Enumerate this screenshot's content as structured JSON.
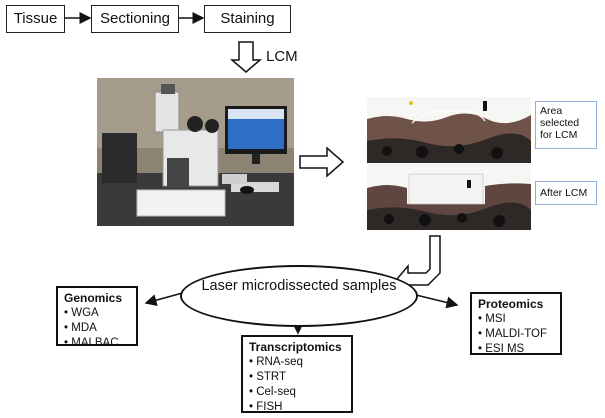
{
  "workflow": {
    "steps": [
      "Tissue",
      "Sectioning",
      "Staining"
    ],
    "lcm_label": "LCM"
  },
  "images": {
    "microscope": "lcm-microscope-photo",
    "before": "tissue-section-before-lcm",
    "after": "tissue-section-after-lcm"
  },
  "callouts": {
    "before": "Area selected for LCM",
    "after": "After LCM"
  },
  "center": {
    "text": "Laser microdissected samples"
  },
  "categories": {
    "genomics": {
      "title": "Genomics",
      "items": [
        "WGA",
        "MDA",
        "MALBAC"
      ]
    },
    "transcriptomics": {
      "title": "Transcriptomics",
      "items": [
        "RNA-seq",
        "STRT",
        "Cel-seq",
        "FISH"
      ]
    },
    "proteomics": {
      "title": "Proteomics",
      "items": [
        "MSI",
        "MALDI-TOF",
        "ESI MS"
      ]
    }
  }
}
